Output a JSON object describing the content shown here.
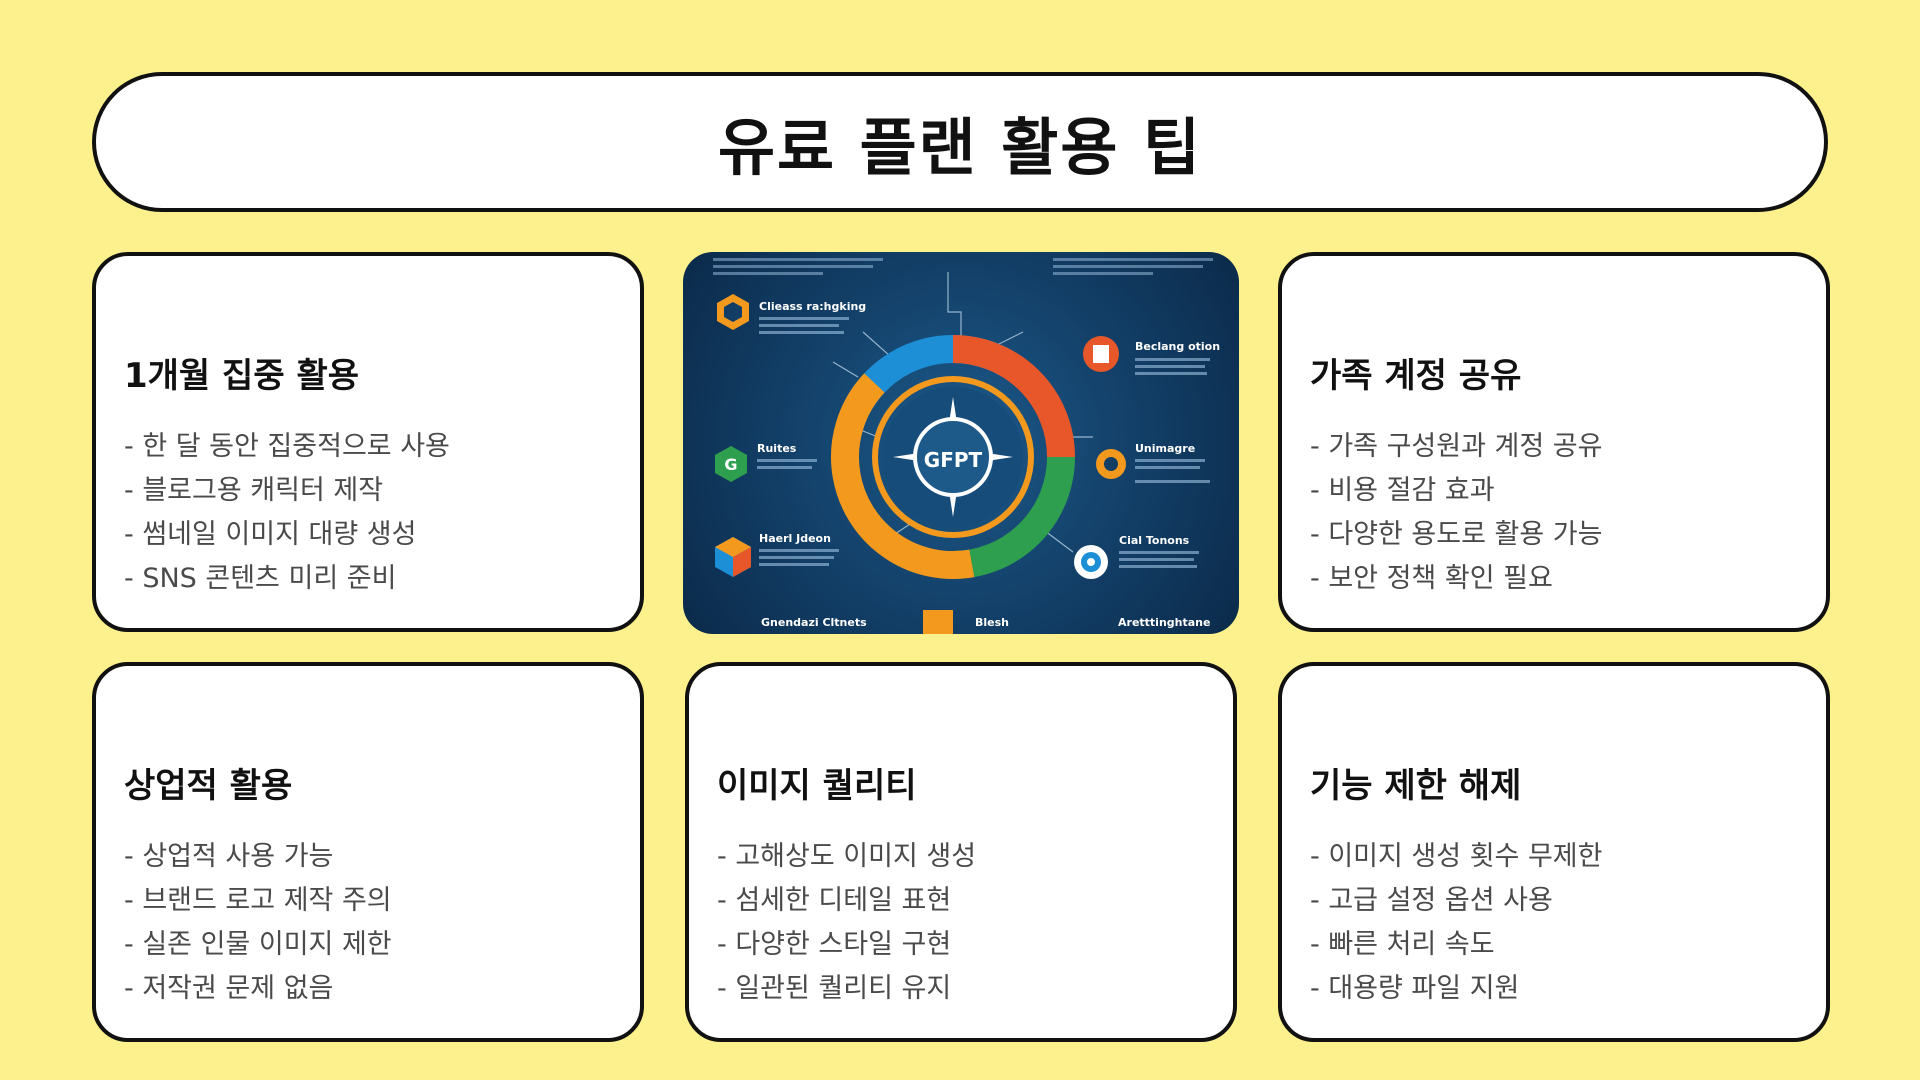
{
  "title": "유료 플랜 활용 팁",
  "cards": [
    {
      "title": "1개월 집중 활용",
      "items": [
        "- 한 달 동안 집중적으로 사용",
        "- 블로그용 캐릭터 제작",
        "- 썸네일 이미지 대량 생성",
        "- SNS 콘텐츠 미리 준비"
      ]
    },
    {
      "title": "가족 계정 공유",
      "items": [
        "- 가족 구성원과 계정 공유",
        "- 비용 절감 효과",
        "- 다양한 용도로 활용 가능",
        "- 보안 정책 확인 필요"
      ]
    },
    {
      "title": "상업적 활용",
      "items": [
        "- 상업적 사용 가능",
        "- 브랜드 로고 제작 주의",
        "- 실존 인물 이미지 제한",
        "- 저작권 문제 없음"
      ]
    },
    {
      "title": "이미지 퀄리티",
      "items": [
        "- 고해상도 이미지 생성",
        "- 섬세한 디테일 표현",
        "- 다양한 스타일 구현",
        "- 일관된 퀄리티 유지"
      ]
    },
    {
      "title": "기능 제한 해제",
      "items": [
        "- 이미지 생성 횟수 무제한",
        "- 고급 설정 옵션 사용",
        "- 빠른 처리 속도",
        "- 대용량 파일 지원"
      ]
    }
  ],
  "infographic": {
    "center_label": "GFPT",
    "node_labels": [
      "Clieass ra:hgking",
      "Beclang otion",
      "Unimagre",
      "Haerl Jdeon",
      "Cial Tonons",
      "Gnendazi Cltnets",
      "Blesh",
      "Aretttinghtane",
      "Ruites"
    ]
  },
  "colors": {
    "background": "#fcf18d",
    "card": "#ffffff",
    "border": "#111111",
    "ring_orange": "#f39a1e",
    "ring_red": "#e8572a",
    "ring_green": "#2e9e4f",
    "ring_blue": "#1c8fd6"
  }
}
